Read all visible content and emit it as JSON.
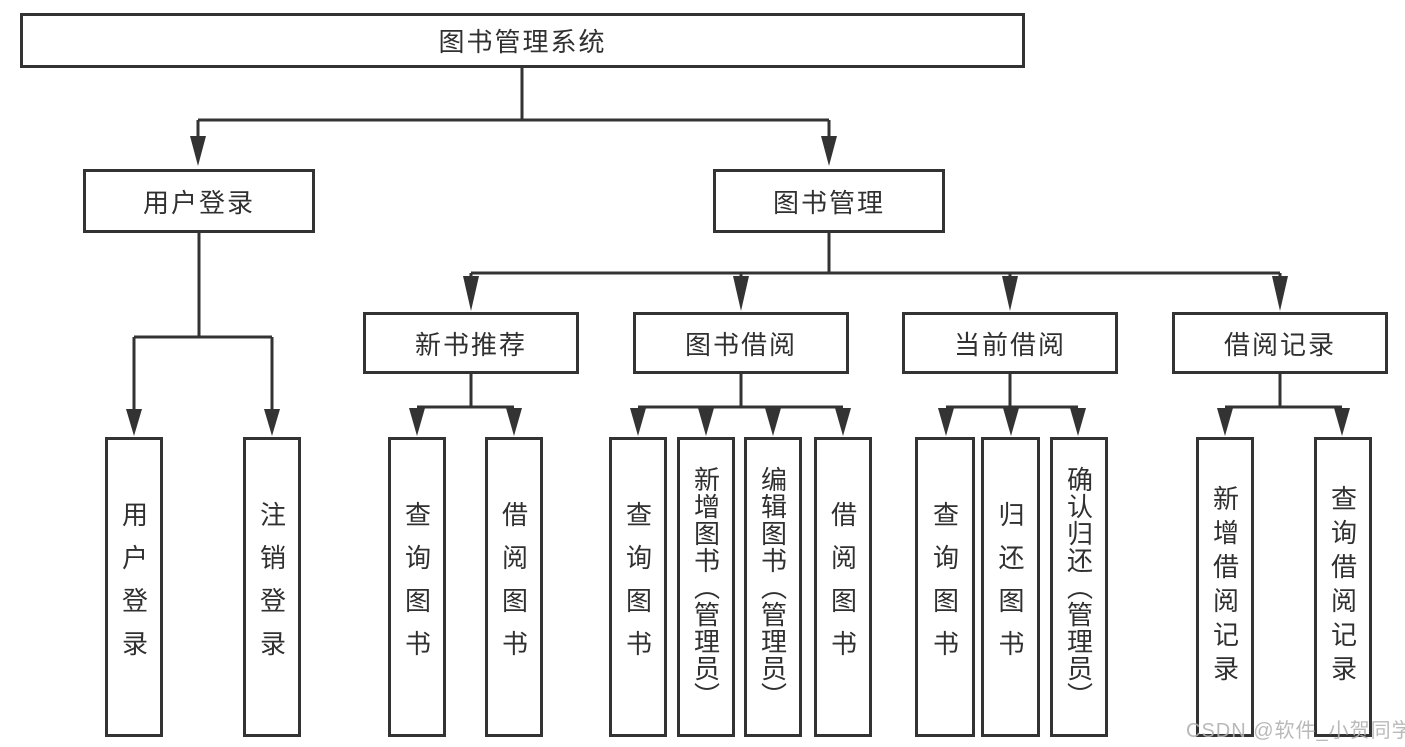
{
  "watermark": "CSDN @软件_小贺同学",
  "tree": {
    "root": {
      "label": "图书管理系统"
    },
    "branches": [
      {
        "label": "用户登录",
        "children": [
          {
            "label": "用户登录"
          },
          {
            "label": "注销登录"
          }
        ]
      },
      {
        "label": "图书管理",
        "children": [
          {
            "label": "新书推荐",
            "children": [
              {
                "label": "查询图书"
              },
              {
                "label": "借阅图书"
              }
            ]
          },
          {
            "label": "图书借阅",
            "children": [
              {
                "label": "查询图书"
              },
              {
                "label": "新增图书（管理员）"
              },
              {
                "label": "编辑图书（管理员）"
              },
              {
                "label": "借阅图书"
              }
            ]
          },
          {
            "label": "当前借阅",
            "children": [
              {
                "label": "查询图书"
              },
              {
                "label": "归还图书"
              },
              {
                "label": "确认归还（管理员）"
              }
            ]
          },
          {
            "label": "借阅记录",
            "children": [
              {
                "label": "新增借阅记录"
              },
              {
                "label": "查询借阅记录"
              }
            ]
          }
        ]
      }
    ]
  },
  "colors": {
    "line": "#333333",
    "text": "#303030",
    "watermark": "#b2b2b2",
    "background": "#ffffff"
  }
}
